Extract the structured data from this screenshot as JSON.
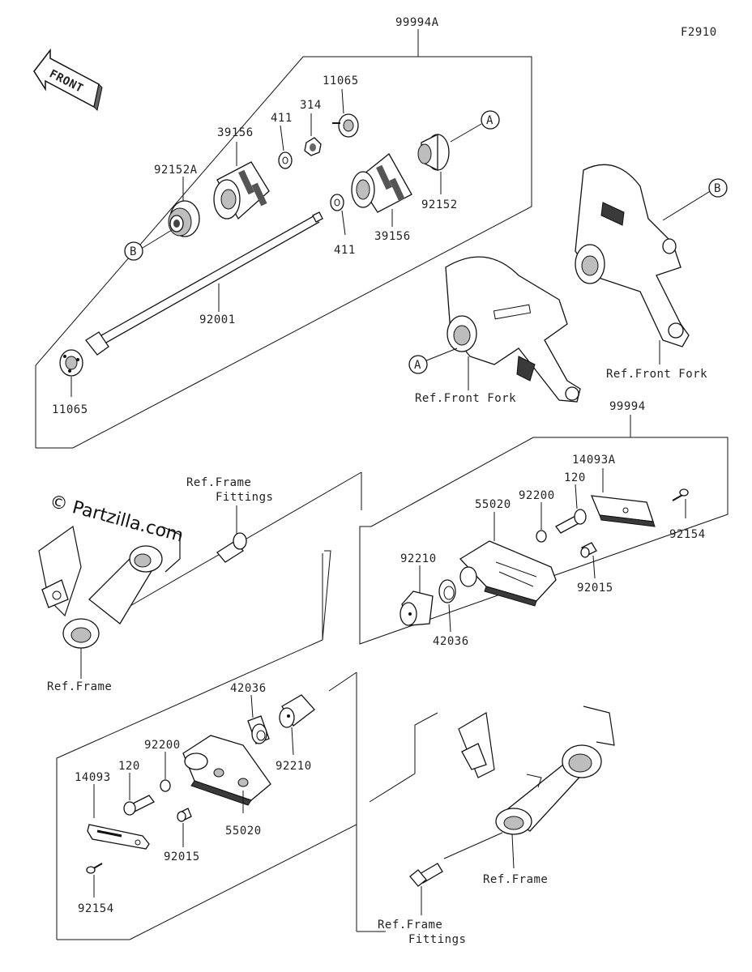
{
  "diagram_code": "F2910",
  "watermark": "© Partzilla.com",
  "front_badge": "FRONT",
  "kits": {
    "upper": "99994A",
    "right": "99994"
  },
  "parts": {
    "p11065_top": "11065",
    "p314": "314",
    "p411_top": "411",
    "p39156_left": "39156",
    "p92152A": "92152A",
    "p92152": "92152",
    "p39156_right": "39156",
    "p411_bottom": "411",
    "p92001": "92001",
    "p11065_bottom": "11065",
    "p14093A": "14093A",
    "p120_right": "120",
    "p92200_right": "92200",
    "p55020_right": "55020",
    "p92154_right": "92154",
    "p92210_right": "92210",
    "p92015_right": "92015",
    "p42036_right": "42036",
    "p42036_left": "42036",
    "p92200_left": "92200",
    "p120_left": "120",
    "p14093": "14093",
    "p92210_left": "92210",
    "p55020_left": "55020",
    "p92015_left": "92015",
    "p92154_left": "92154"
  },
  "refs": {
    "front_fork_1": "Ref.Front Fork",
    "front_fork_2": "Ref.Front Fork",
    "frame_fittings_1_line1": "Ref.Frame",
    "frame_fittings_1_line2": "Fittings",
    "frame_1": "Ref.Frame",
    "frame_2": "Ref.Frame",
    "frame_fittings_2_line1": "Ref.Frame",
    "frame_fittings_2_line2": "Fittings"
  },
  "callouts": {
    "A_top": "A",
    "B_top": "B",
    "B_left": "B",
    "A_fork": "A"
  }
}
